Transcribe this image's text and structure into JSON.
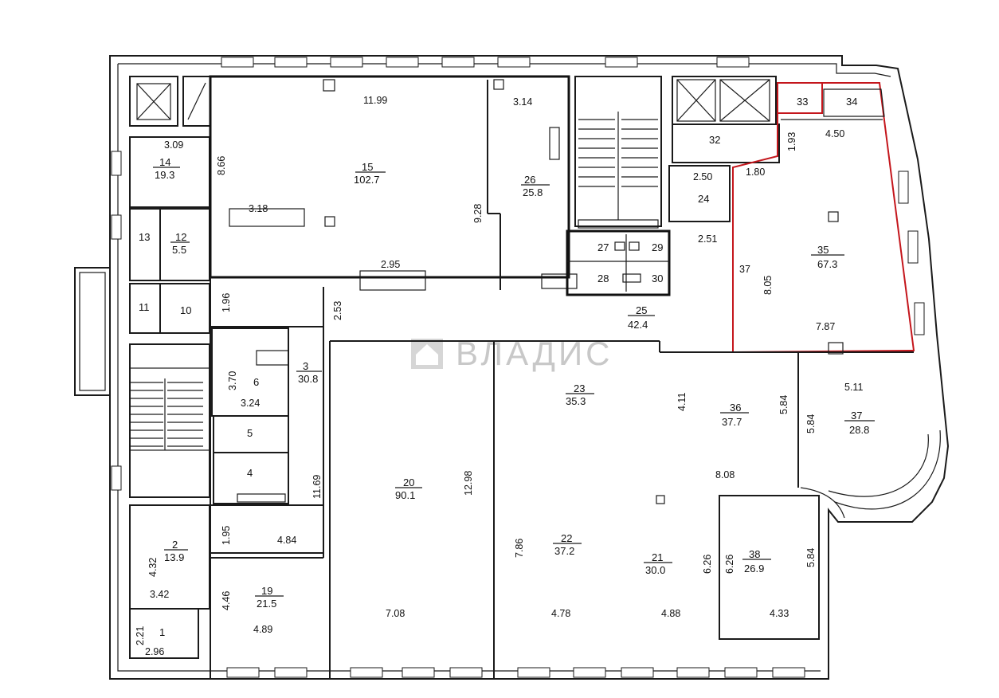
{
  "watermark": "ВЛАДИС",
  "colors": {
    "highlight": "#c4161c",
    "wall": "#1a1a1a",
    "watermark": "#c8c8c8"
  },
  "rooms": [
    {
      "id": "r15",
      "number": "15",
      "area": "102.7"
    },
    {
      "id": "r26",
      "number": "26",
      "area": "25.8"
    },
    {
      "id": "r14",
      "number": "14",
      "area": "19.3"
    },
    {
      "id": "r12",
      "number": "12",
      "area": "5.5"
    },
    {
      "id": "r13",
      "number": "13"
    },
    {
      "id": "r11",
      "number": "11"
    },
    {
      "id": "r10",
      "number": "10"
    },
    {
      "id": "r3",
      "number": "3",
      "area": "30.8"
    },
    {
      "id": "r6",
      "number": "6"
    },
    {
      "id": "r5",
      "number": "5"
    },
    {
      "id": "r4",
      "number": "4"
    },
    {
      "id": "r2",
      "number": "2",
      "area": "13.9"
    },
    {
      "id": "r1",
      "number": "1"
    },
    {
      "id": "r19",
      "number": "19",
      "area": "21.5"
    },
    {
      "id": "r20",
      "number": "20",
      "area": "90.1"
    },
    {
      "id": "r23",
      "number": "23",
      "area": "35.3"
    },
    {
      "id": "r22",
      "number": "22",
      "area": "37.2"
    },
    {
      "id": "r21",
      "number": "21",
      "area": "30.0"
    },
    {
      "id": "r36",
      "number": "36",
      "area": "37.7"
    },
    {
      "id": "r37",
      "number": "37",
      "area": "28.8"
    },
    {
      "id": "r38",
      "number": "38",
      "area": "26.9"
    },
    {
      "id": "r25",
      "number": "25",
      "area": "42.4"
    },
    {
      "id": "r35",
      "number": "35",
      "area": "67.3"
    },
    {
      "id": "r32",
      "number": "32"
    },
    {
      "id": "r24",
      "number": "24"
    },
    {
      "id": "r33",
      "number": "33"
    },
    {
      "id": "r34",
      "number": "34"
    },
    {
      "id": "r27",
      "number": "27"
    },
    {
      "id": "r28",
      "number": "28"
    },
    {
      "id": "r29",
      "number": "29"
    },
    {
      "id": "r30",
      "number": "30"
    }
  ],
  "dimensions": [
    "11.99",
    "8.66",
    "3.18",
    "9.28",
    "2.95",
    "3.14",
    "3.09",
    "1.96",
    "2.53",
    "3.70",
    "3.24",
    "11.69",
    "1.95",
    "4.84",
    "4.32",
    "3.42",
    "2.21",
    "2.96",
    "4.46",
    "4.89",
    "12.98",
    "7.08",
    "7.86",
    "4.78",
    "4.11",
    "4.88",
    "6.26",
    "6.26",
    "8.08",
    "5.84",
    "5.84",
    "5.84",
    "5.11",
    "4.33",
    "2.50",
    "1.80",
    "1.93",
    "4.50",
    "2.51",
    "37",
    "8.05",
    "7.87"
  ]
}
